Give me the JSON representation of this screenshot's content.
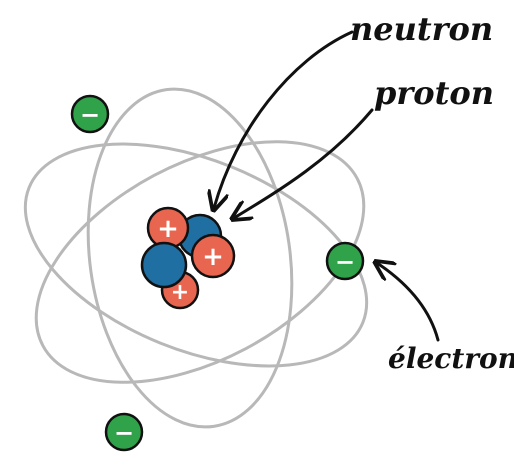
{
  "labels": {
    "neutron": "neutron",
    "proton": "proton",
    "electron": "électron"
  },
  "signs": {
    "proton": "+",
    "electron": "−"
  },
  "colors": {
    "orbit": "#b8b8b8",
    "proton": "#e8654f",
    "neutron": "#1f6fa3",
    "electron": "#2fa24a",
    "outline": "#111111"
  },
  "counts": {
    "protons": 3,
    "neutrons": 2,
    "electrons": 3,
    "orbits": 3
  }
}
